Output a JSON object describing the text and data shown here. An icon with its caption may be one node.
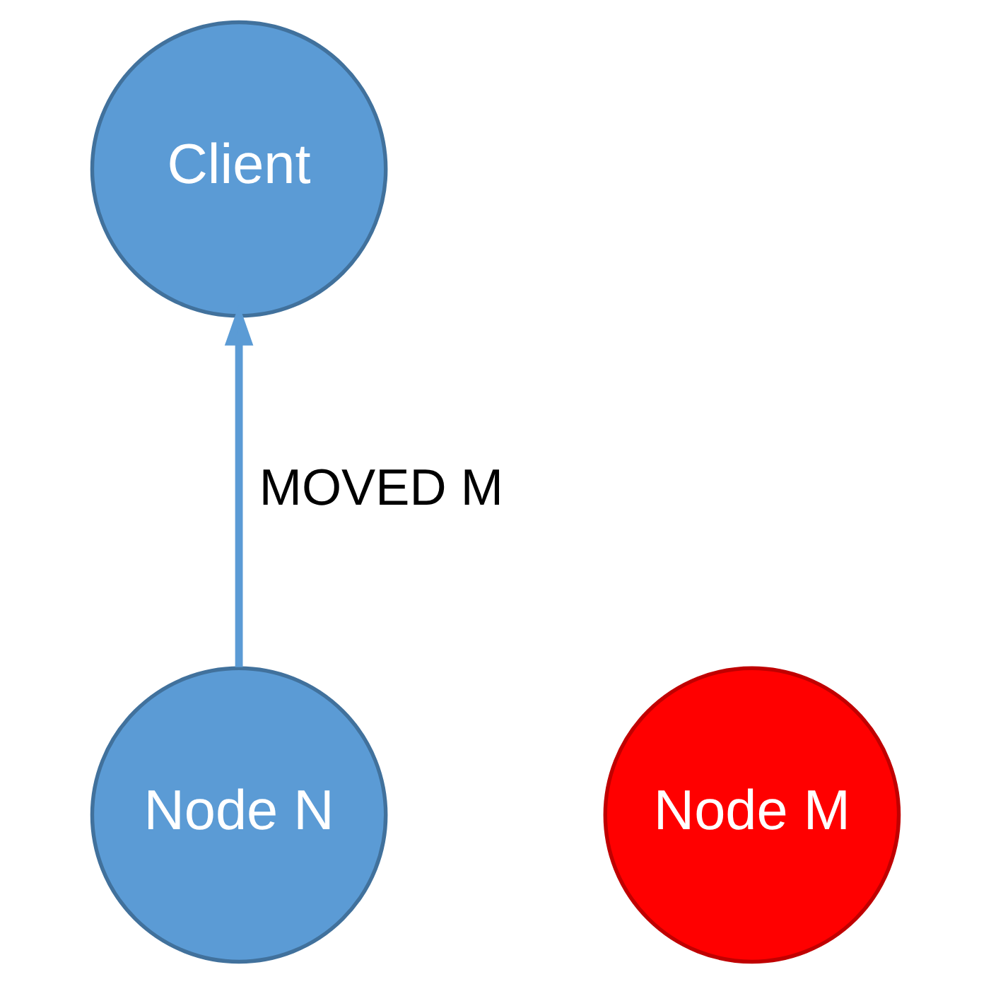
{
  "diagram": {
    "nodes": [
      {
        "text": [
          "Client"
        ]
      },
      {
        "text": [
          "Node M"
        ]
      },
      {
        "text": [
          "Node N"
        ]
      }
    ],
    "edges": [
      {
        "from": 2,
        "to": 0,
        "arrow": "to",
        "label": "MOVED M"
      }
    ]
  }
}
